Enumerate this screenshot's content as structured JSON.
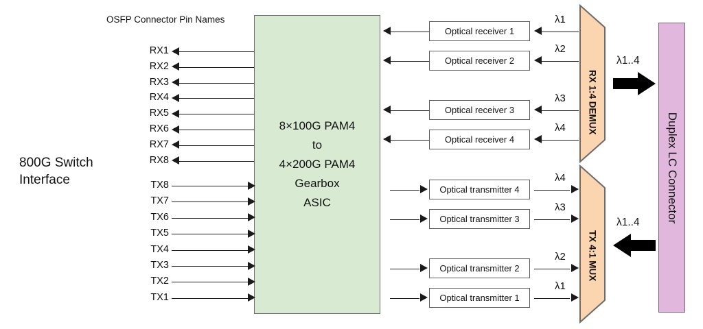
{
  "diagram": {
    "title_left": "800G Switch Interface",
    "pin_header": "OSFP Connector Pin Names",
    "asic": {
      "lines": [
        "8×100G PAM4",
        "to",
        "4×200G PAM4",
        "Gearbox",
        "ASIC"
      ],
      "fill": "#d9ead3"
    },
    "rx_pins": [
      "RX1",
      "RX2",
      "RX3",
      "RX4",
      "RX5",
      "RX6",
      "RX7",
      "RX8"
    ],
    "tx_pins": [
      "TX8",
      "TX7",
      "TX6",
      "TX5",
      "TX4",
      "TX3",
      "TX2",
      "TX1"
    ],
    "receivers": [
      {
        "label": "Optical receiver 1",
        "lambda": "λ1"
      },
      {
        "label": "Optical receiver 2",
        "lambda": "λ2"
      },
      {
        "label": "Optical receiver 3",
        "lambda": "λ3"
      },
      {
        "label": "Optical receiver 4",
        "lambda": "λ4"
      }
    ],
    "transmitters": [
      {
        "label": "Optical transmitter 4",
        "lambda": "λ4"
      },
      {
        "label": "Optical transmitter 3",
        "lambda": "λ3"
      },
      {
        "label": "Optical transmitter 2",
        "lambda": "λ2"
      },
      {
        "label": "Optical transmitter 1",
        "lambda": "λ1"
      }
    ],
    "demux": {
      "label": "RX 1:4 DEMUX",
      "fill": "#fad5b0",
      "bus_label": "λ1..4"
    },
    "mux": {
      "label": "TX 4:1 MUX",
      "fill": "#fad5b0",
      "bus_label": "λ1..4"
    },
    "connector": {
      "label": "Duplex LC Connector",
      "fill": "#e2b7dd"
    },
    "colors": {
      "line": "#1a1a1a",
      "box_stroke": "#5a5a5a",
      "shape_stroke": "#6b6b6b",
      "background": "#ffffff"
    }
  }
}
